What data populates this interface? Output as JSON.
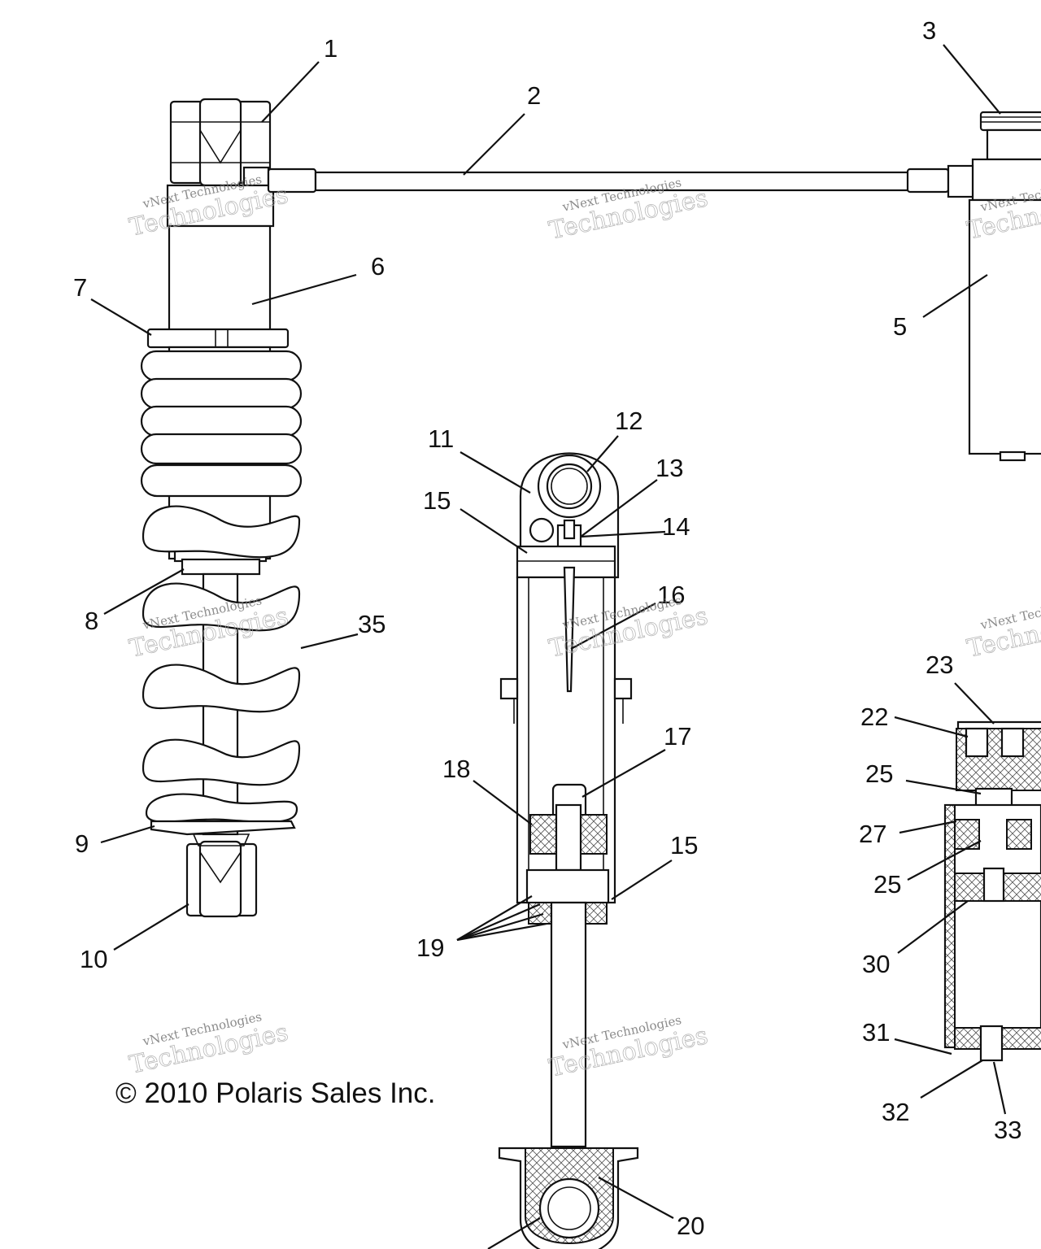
{
  "copyright": "© 2010 Polaris Sales Inc.",
  "watermark": {
    "line1": "vNext Technologies",
    "line2": "vNext",
    "line3": "Technologies"
  },
  "callouts": {
    "c1": "1",
    "c2": "2",
    "c3": "3",
    "c5": "5",
    "c6": "6",
    "c7": "7",
    "c8": "8",
    "c9": "9",
    "c10": "10",
    "c11": "11",
    "c12": "12",
    "c13": "13",
    "c14": "14",
    "c15a": "15",
    "c15b": "15",
    "c16": "16",
    "c17": "17",
    "c18": "18",
    "c19": "19",
    "c20": "20",
    "c22": "22",
    "c23": "23",
    "c25a": "25",
    "c25b": "25",
    "c27": "27",
    "c30": "30",
    "c31": "31",
    "c32": "32",
    "c33": "33",
    "c35": "35"
  }
}
